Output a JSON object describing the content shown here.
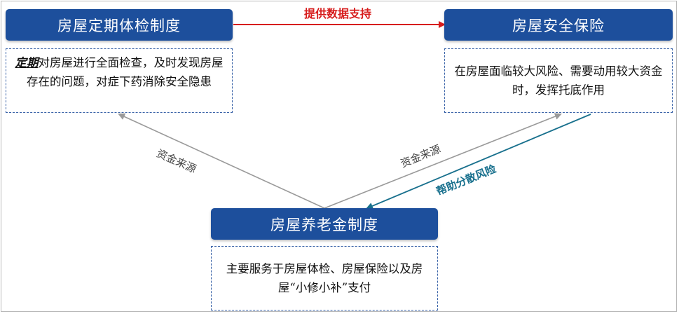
{
  "boxes": {
    "inspection": {
      "title": "房屋定期体检制度",
      "desc_em": "定期",
      "desc_rest": "对房屋进行全面检查，及时发现房屋存在的问题，对症下药消除安全隐患"
    },
    "insurance": {
      "title": "房屋安全保险",
      "desc": "在房屋面临较大风险、需要动用较大资金时，发挥托底作用"
    },
    "pension": {
      "title": "房屋养老金制度",
      "desc": "主要服务于房屋体检、房屋保险以及房屋“小修小补”支付"
    }
  },
  "edges": {
    "data_support": "提供数据支持",
    "fund_source_left": "资金来源",
    "fund_source_right": "资金来源",
    "spread_risk": "帮助分散风险"
  },
  "colors": {
    "title_bg": "#1d4f9c",
    "red_arrow": "#d71d1d",
    "teal_arrow": "#18708d",
    "gray_arrow": "#9a9a9a"
  }
}
